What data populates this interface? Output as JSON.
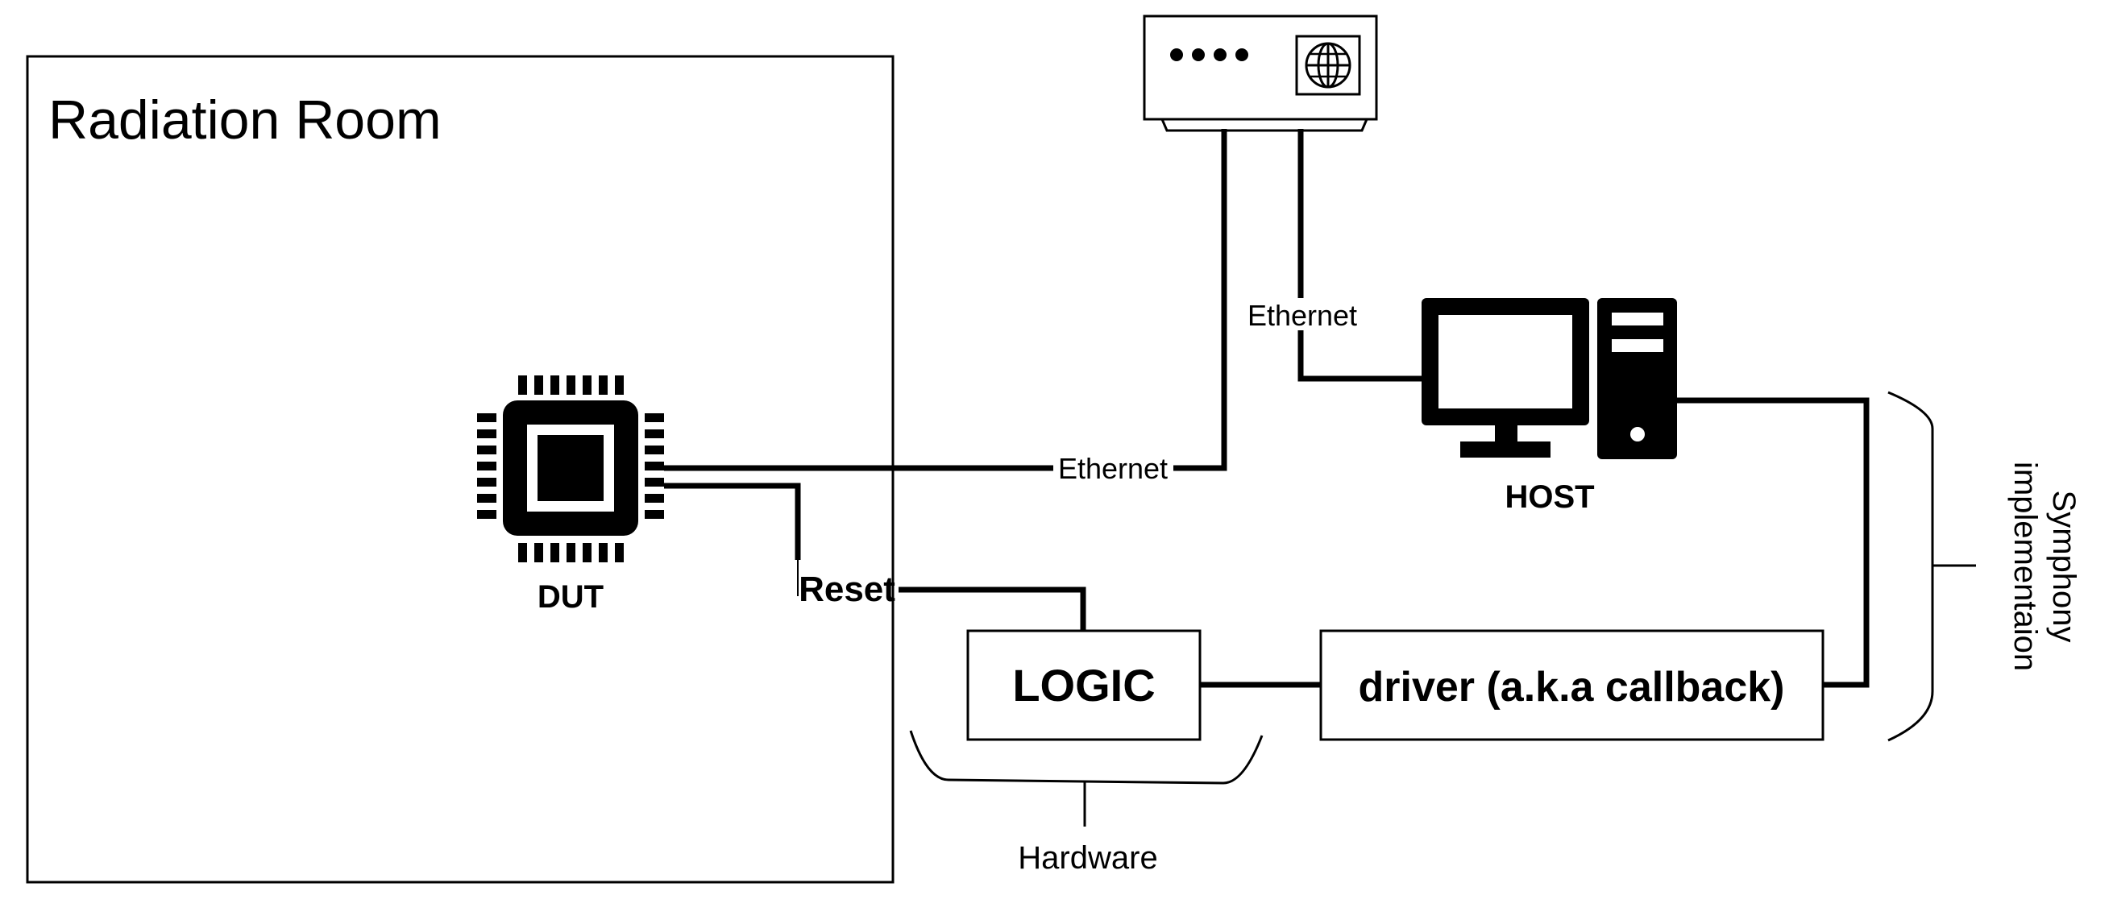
{
  "diagram": {
    "radiation_room": {
      "label": "Radiation Room"
    },
    "dut": {
      "label": "DUT",
      "icon": "chip-icon"
    },
    "router": {
      "icon": "network-switch-icon",
      "status_dots": 4,
      "globe_icon": "globe-icon"
    },
    "host": {
      "label": "HOST",
      "icon": "desktop-computer-icon"
    },
    "logic": {
      "label": "LOGIC"
    },
    "driver": {
      "label": "driver (a.k.a callback)"
    },
    "links": {
      "dut_ethernet": "Ethernet",
      "host_ethernet": "Ethernet",
      "reset": "Reset"
    },
    "braces": {
      "hardware": "Hardware",
      "symphony_line1": "Symphony",
      "symphony_line2": "implementaion"
    }
  },
  "colors": {
    "stroke": "#000000",
    "background": "#ffffff"
  }
}
